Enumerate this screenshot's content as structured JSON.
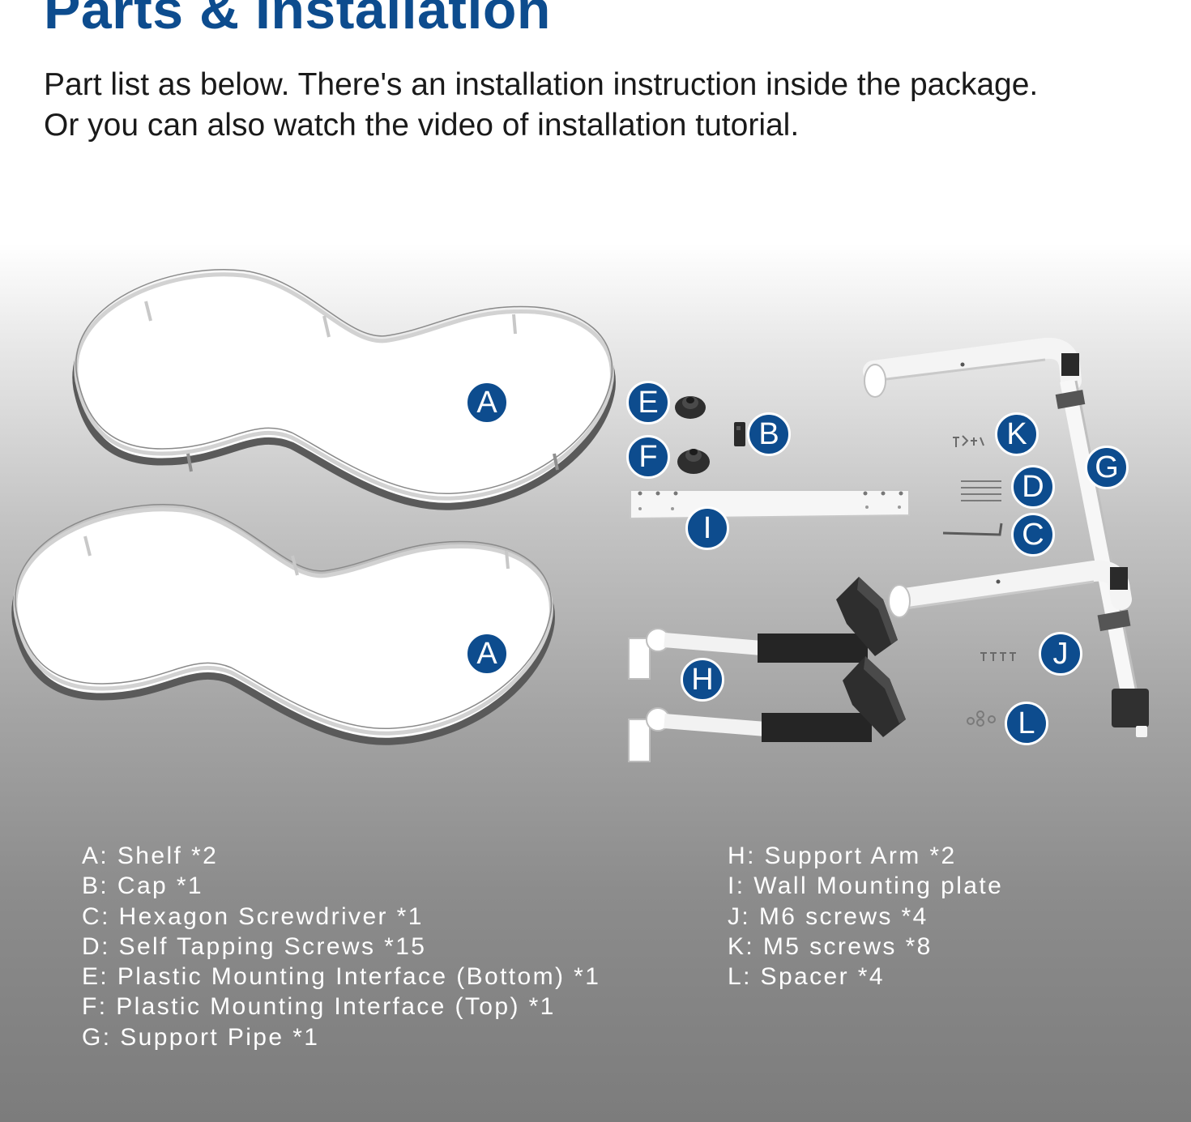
{
  "header": {
    "title": "Parts & Installation",
    "subtitle_line1": "Part list as below. There's an installation instruction inside the package.",
    "subtitle_line2": "Or you can also watch the video of installation tutorial."
  },
  "badges": {
    "shelf_top": "A",
    "shelf_bottom": "A",
    "e": "E",
    "f": "F",
    "b": "B",
    "i": "I",
    "k": "K",
    "d": "D",
    "c": "C",
    "g": "G",
    "j": "J",
    "h": "H",
    "l": "L"
  },
  "parts_left": [
    "A: Shelf *2",
    "B: Cap *1",
    "C: Hexagon Screwdriver *1",
    "D: Self Tapping Screws *15",
    "E: Plastic Mounting Interface (Bottom) *1",
    "F: Plastic Mounting Interface (Top) *1",
    "G: Support Pipe *1"
  ],
  "parts_right": [
    "H: Support Arm *2",
    "I: Wall Mounting plate",
    "J: M6 screws *4",
    "K: M5 screws *8",
    "L: Spacer *4"
  ],
  "colors": {
    "title": "#0d4c8e",
    "badge_fill": "#0d4c8e",
    "badge_text": "#ffffff",
    "list_text": "#ffffff"
  },
  "icons": {
    "shelf": "shelf-illustration",
    "pipe": "support-pipe-illustration",
    "arm": "support-arm-illustration",
    "plate": "wall-plate-illustration",
    "screws": "screws-illustration"
  }
}
